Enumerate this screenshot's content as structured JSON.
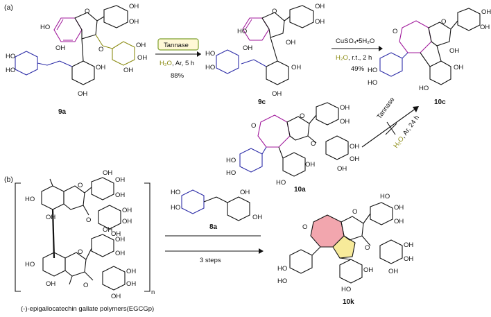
{
  "panels": {
    "a": "(a)",
    "b": "(b)"
  },
  "compounds": {
    "c9a": "9a",
    "c9c": "9c",
    "c10c": "10c",
    "c10a": "10a",
    "c8a": "8a",
    "c10k": "10k",
    "egcg": "(-)-epigallocatechin gallate polymers(EGCGp)",
    "subscript_n": "n"
  },
  "reaction1": {
    "enzyme": "Tannase",
    "conditions_h2o": "H₂O",
    "conditions_rest": ", Ar, 5 h",
    "yield": "88%"
  },
  "reaction2": {
    "reagent": "CuSO₄•5H₂O",
    "conditions_h2o": "H₂O",
    "conditions_rest": ", r.t., 2 h",
    "yield": "49%"
  },
  "reaction3": {
    "enzyme": "Tannase",
    "conditions_h2o": "H₂O",
    "conditions_rest": ", Ar, 24 h"
  },
  "reaction4": {
    "steps": "3 steps"
  },
  "atoms": {
    "OH": "OH",
    "HO": "HO",
    "O": "O"
  },
  "colors": {
    "purple": "#a0199b",
    "olive": "#8c8c14",
    "blue": "#2e2ea8",
    "red": "#e01a1a",
    "pink": "#f2a6ae",
    "yellow": "#f7ea9a",
    "green_box": "#7ea02e",
    "box_fill": "#fff8d6"
  }
}
